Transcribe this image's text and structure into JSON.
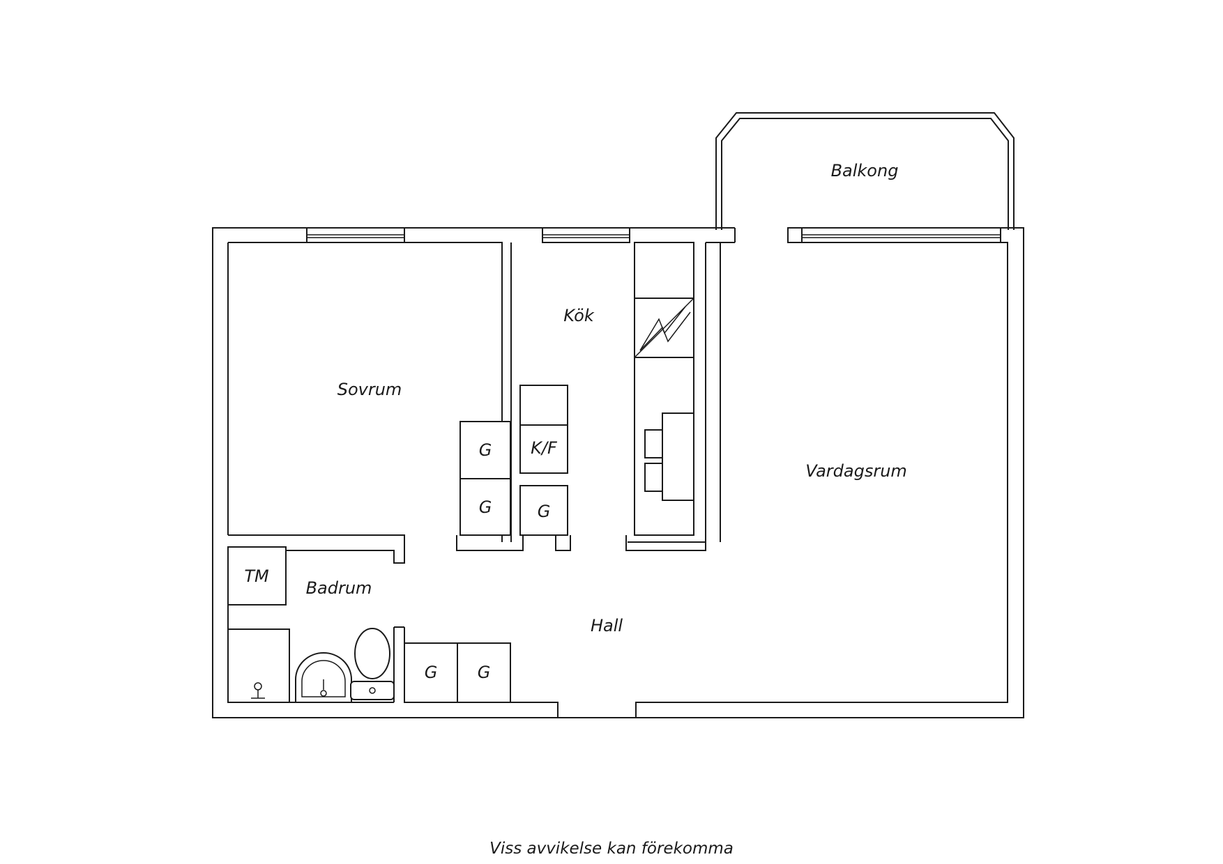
{
  "rooms": {
    "balcony": "Balkong",
    "kitchen": "Kök",
    "bedroom": "Sovrum",
    "living_room": "Vardagsrum",
    "bathroom": "Badrum",
    "hall": "Hall"
  },
  "fixtures": {
    "wardrobe": "G",
    "fridge_freezer": "K/F",
    "washer": "TM"
  },
  "footnote": "Viss avvikelse kan förekomma"
}
